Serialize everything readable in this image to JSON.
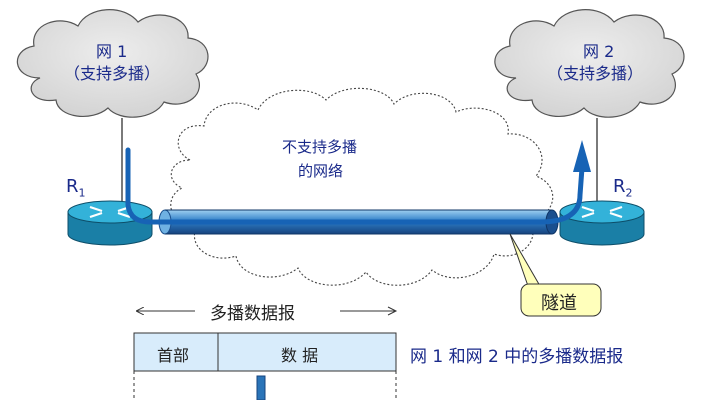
{
  "network1": {
    "line1": "网 1",
    "line2": "（支持多播）"
  },
  "network2": {
    "line1": "网 2",
    "line2": "（支持多播）"
  },
  "middle_cloud": {
    "line1": "不支持多播",
    "line2": "的网络"
  },
  "router1": {
    "name": "R",
    "sub": "1"
  },
  "router2": {
    "name": "R",
    "sub": "2"
  },
  "tunnel_callout": "隧道",
  "datagram": {
    "span_label": "多播数据报",
    "header_label": "首部",
    "data_label": "数 据",
    "caption": "网 1 和网 2 中的多播数据报"
  },
  "colors": {
    "cloud_fill": "#e4e4e4",
    "router_fill": "#2aa3c8",
    "tunnel": "#1d5fa8",
    "callout_fill": "#ffffbb",
    "packet_fill": "#d8ecfb"
  }
}
